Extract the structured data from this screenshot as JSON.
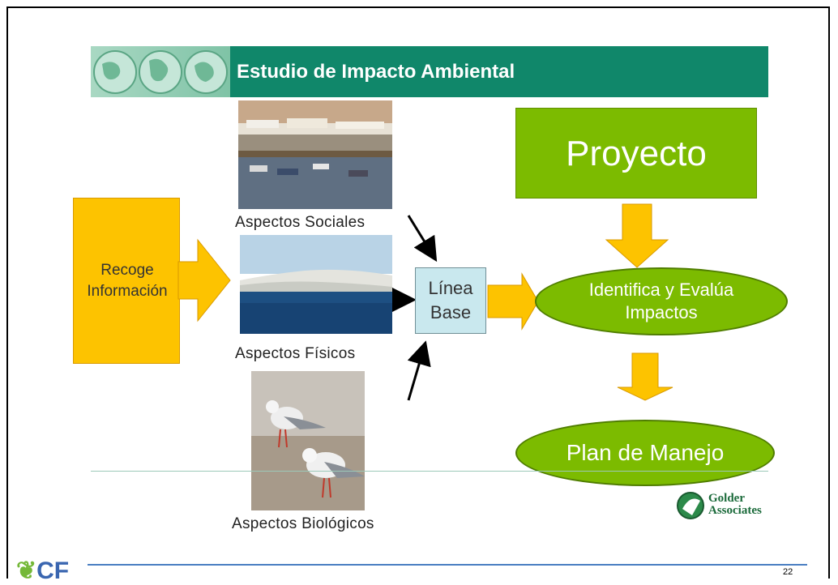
{
  "header": {
    "title": "Estudio de Impacto Ambiental"
  },
  "recoge": {
    "line1": "Recoge",
    "line2": "Información"
  },
  "captions": {
    "sociales": "Aspectos Sociales",
    "fisicos": "Aspectos Físicos",
    "biologicos": "Aspectos Biológicos"
  },
  "linea_base": {
    "line1": "Línea",
    "line2": "Base"
  },
  "proyecto": "Proyecto",
  "identifica": {
    "line1": "Identifica y Evalúa",
    "line2": "Impactos"
  },
  "plan": "Plan de Manejo",
  "golder": {
    "line1": "Golder",
    "line2": "Associates"
  },
  "footer": {
    "logo": "CF",
    "page": "22"
  },
  "colors": {
    "header_green": "#10876a",
    "box_yellow": "#fdc300",
    "box_green": "#7cbb00",
    "linea_blue": "#c9e8ee"
  }
}
